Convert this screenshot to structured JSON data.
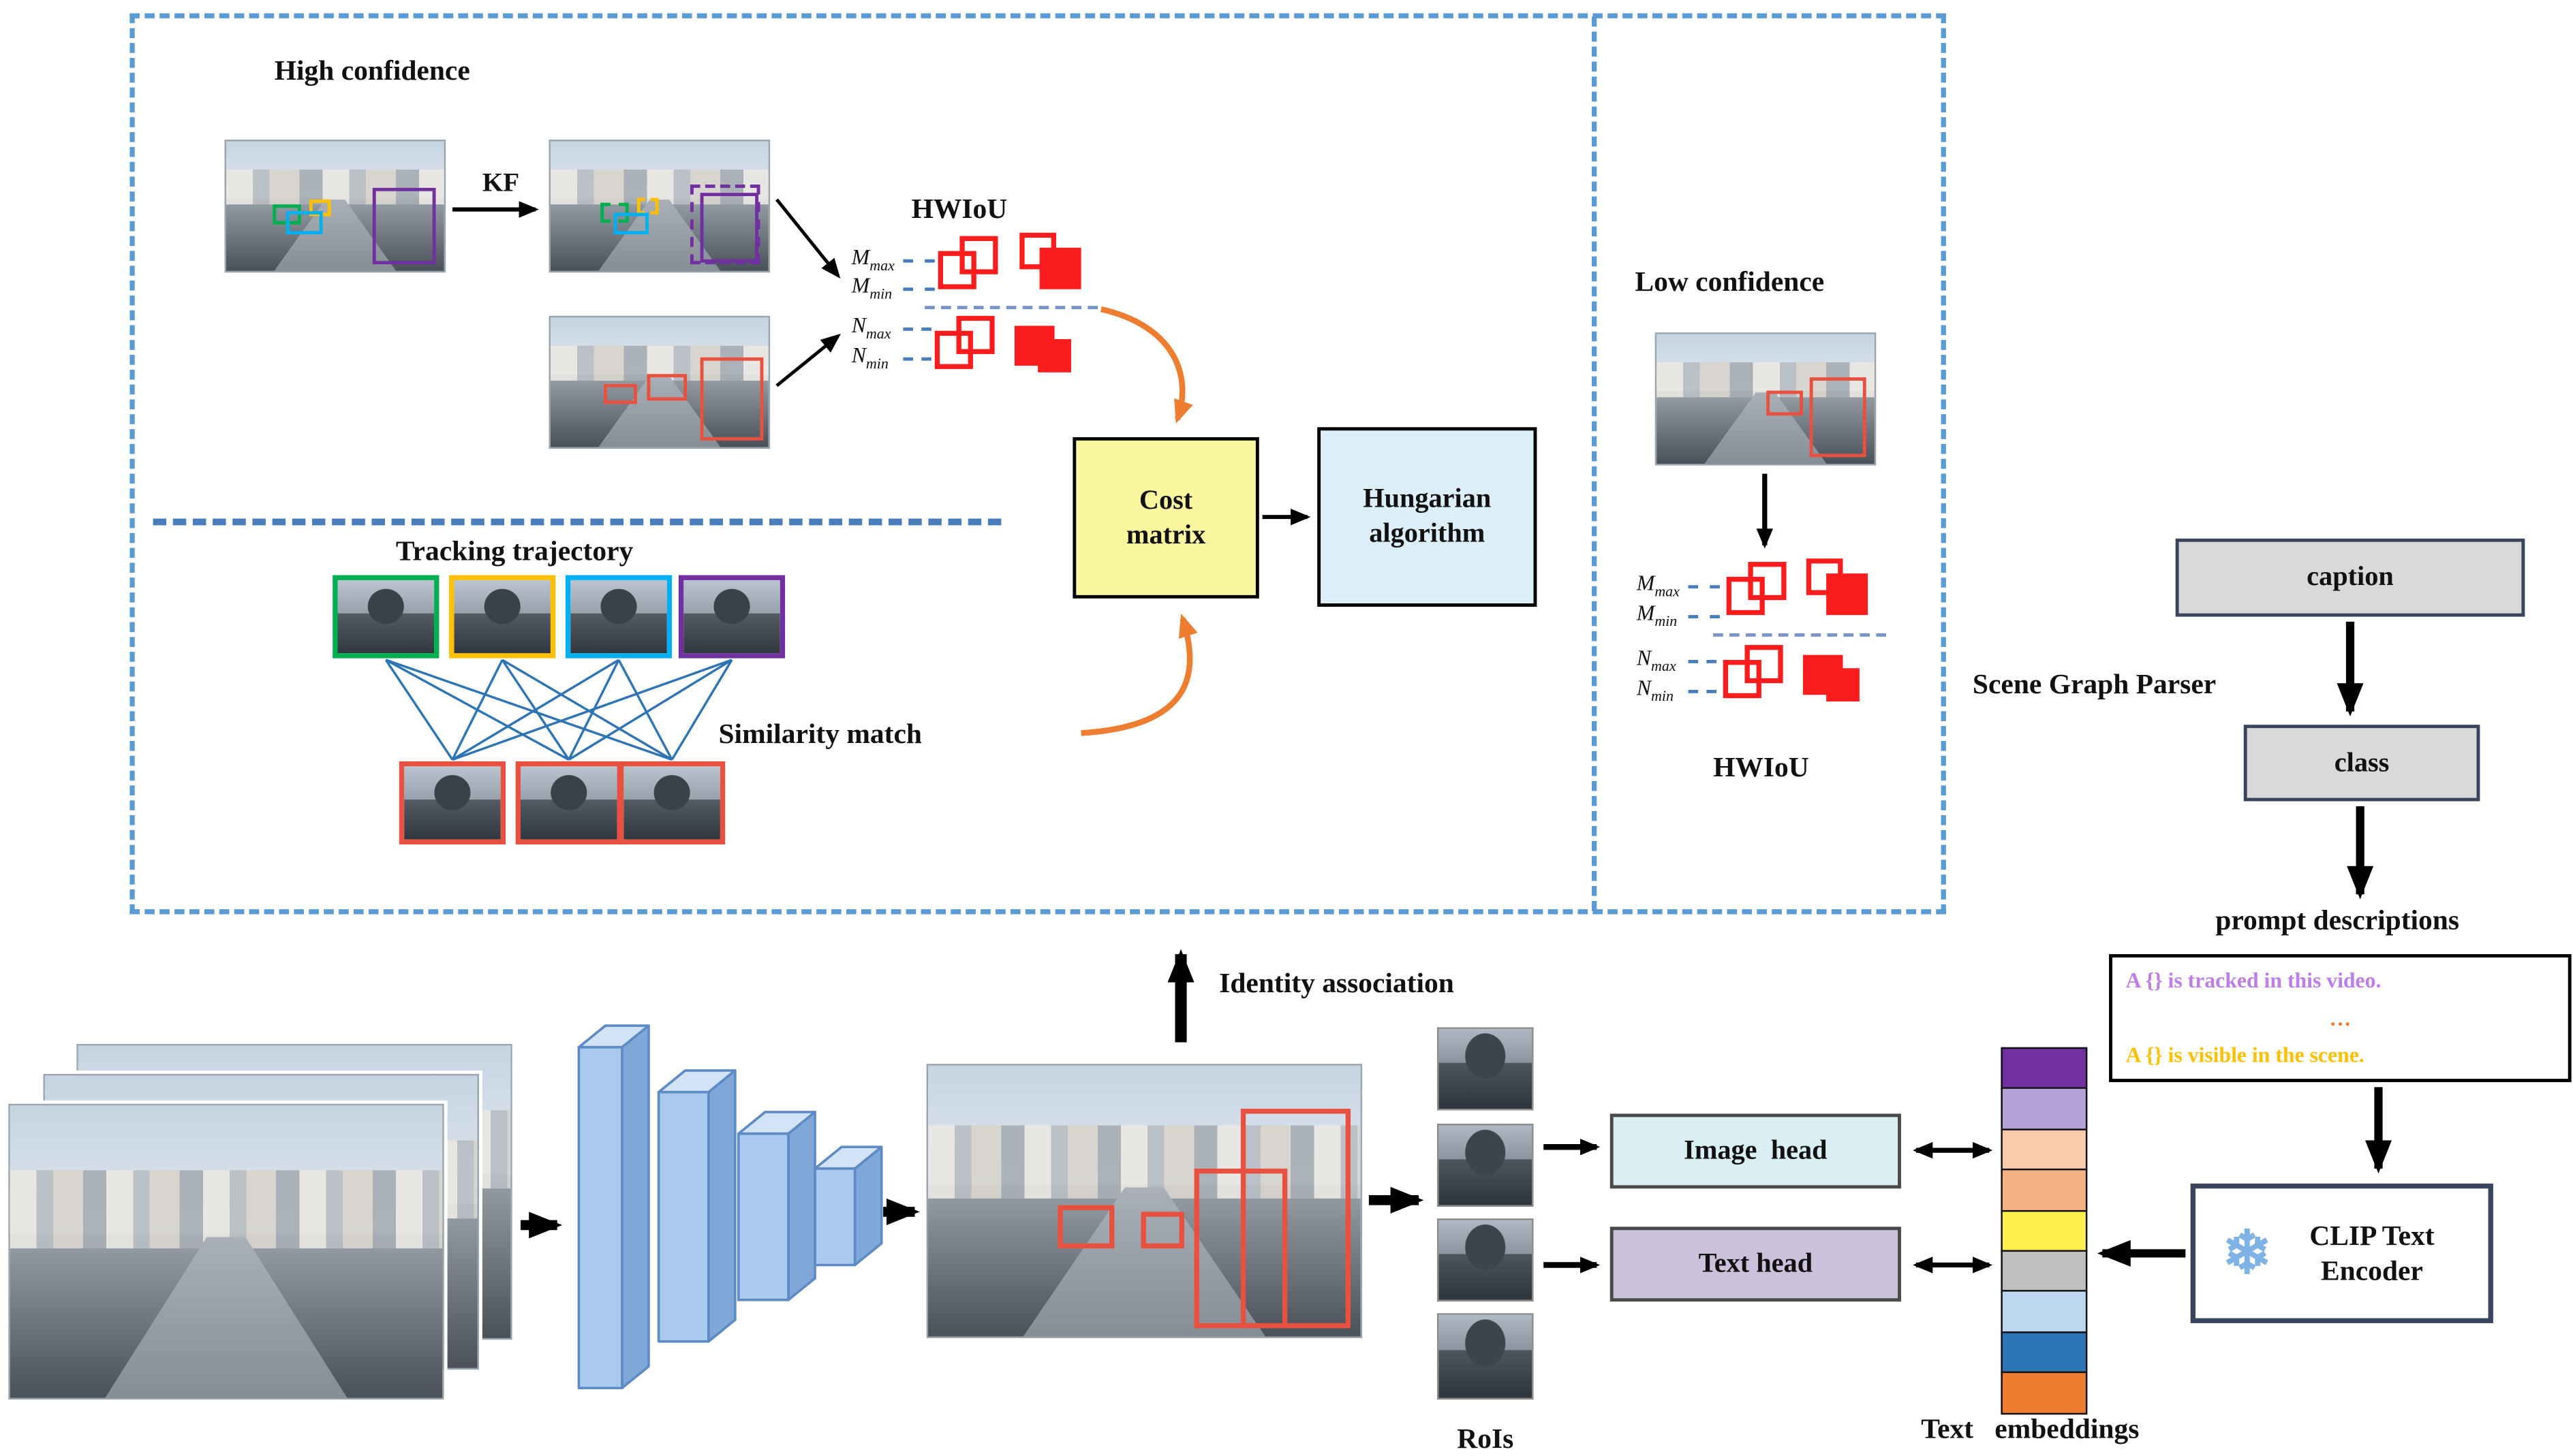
{
  "figure": {
    "association_panel": {
      "high_confidence_label": "High confidence",
      "kf_label": "KF",
      "hwiou_high_label": "HWIoU",
      "hwiou_low_label": "HWIoU",
      "low_confidence_label": "Low confidence",
      "tracking_trajectory_label": "Tracking trajectory",
      "similarity_match_label": "Similarity match",
      "cost_matrix_label": "Cost matrix",
      "hungarian_label": "Hungarian algorithm",
      "terms": {
        "m_max": {
          "base": "M",
          "sub": "max"
        },
        "m_min": {
          "base": "M",
          "sub": "min"
        },
        "n_max": {
          "base": "N",
          "sub": "max"
        },
        "n_min": {
          "base": "N",
          "sub": "min"
        }
      }
    },
    "pipeline": {
      "identity_association_label": "Identity association",
      "rois_label": "RoIs",
      "image_head_label": "Image  head",
      "text_head_label": "Text head",
      "text_embeddings_label": "Text   embeddings"
    },
    "prompt_branch": {
      "scene_graph_parser_label": "Scene Graph Parser",
      "caption_label": "caption",
      "class_label": "class",
      "prompt_descriptions_label": "prompt descriptions",
      "prompt_line_tracked": "A {} is tracked in this video.",
      "prompt_ellipsis": "…",
      "prompt_line_visible": "A {} is visible in the scene.",
      "clip_label": "CLIP Text Encoder",
      "snowflake_glyph": "❄"
    }
  },
  "colors": {
    "panel_dash": "#5B9BD5",
    "inner_dash": "#4A7EBB",
    "orange_arrow": "#ED7D31",
    "iou_red": "#FB1D1D",
    "detection_red": "#E8503F",
    "cost_matrix_bg": "#FAF7A0",
    "hungarian_bg": "#DCEEF7",
    "caption_bg": "#D9D9D9",
    "class_bg": "#D9D9D9",
    "image_head_bg": "#D9EEF3",
    "text_head_bg": "#CCC1DA",
    "prompt_tracked_color": "#BD7EE8",
    "prompt_ellipsis_color": "#ED7D31",
    "prompt_visible_color": "#FFC000",
    "track_borders": [
      "#00B050",
      "#FFC000",
      "#00B0F0",
      "#7030A0"
    ],
    "similarity_line": "#2E74B5",
    "snowflake_color": "#7FB2E5"
  },
  "embeddings": {
    "colors": [
      "#7030A0",
      "#B3A2D6",
      "#F8CBAD",
      "#F4B183",
      "#FFF04D",
      "#BFBFBF",
      "#BDD7EE",
      "#2E75B6",
      "#ED7D31"
    ]
  }
}
